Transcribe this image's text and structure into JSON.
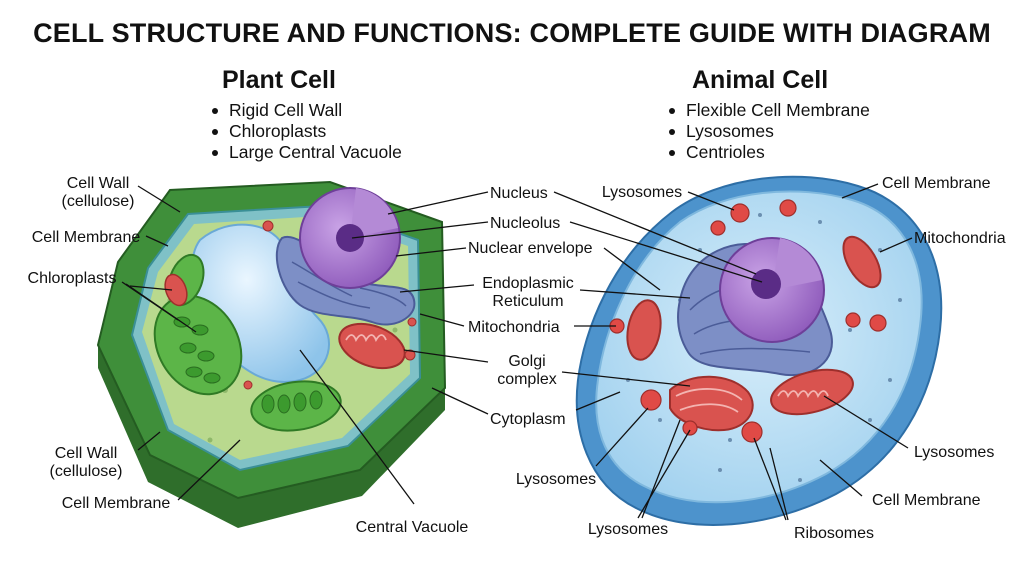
{
  "title": "CELL STRUCTURE AND FUNCTIONS: COMPLETE GUIDE WITH DIAGRAM",
  "plant": {
    "heading": "Plant Cell",
    "features": [
      "Rigid Cell Wall",
      "Chloroplasts",
      "Large Central Vacuole"
    ],
    "labels": {
      "cell_wall_top_1": "Cell Wall",
      "cell_wall_top_2": "(cellulose)",
      "cell_membrane_top": "Cell Membrane",
      "chloroplasts": "Chloroplasts",
      "nucleus": "Nucleus",
      "nucleolus": "Nucleolus",
      "nuclear_envelope": "Nuclear envelope",
      "er_1": "Endoplasmic",
      "er_2": "Reticulum",
      "mitochondria": "Mitochondria",
      "golgi_1": "Golgi",
      "golgi_2": "complex",
      "cytoplasm": "Cytoplasm",
      "cell_wall_bottom_1": "Cell Wall",
      "cell_wall_bottom_2": "(cellulose)",
      "cell_membrane_bottom": "Cell Membrane",
      "central_vacuole": "Central Vacuole"
    }
  },
  "animal": {
    "heading": "Animal Cell",
    "features": [
      "Flexible Cell Membrane",
      "Lysosomes",
      "Centrioles"
    ],
    "labels": {
      "lysosomes_top": "Lysosomes",
      "cell_membrane_top": "Cell Membrane",
      "mitochondria": "Mitochondria",
      "lysosomes_right": "Lysosomes",
      "cell_membrane_bottom": "Cell Membrane",
      "ribosomes": "Ribosomes",
      "lysosomes_bottom": "Lysosomes",
      "lysosomes_left": "Lysosomes"
    }
  },
  "colors": {
    "wall_green": "#3f8f3a",
    "wall_dark": "#2f6e2b",
    "cytoplasm_green": "#b9d98e",
    "vacuole_blue": "#a9d4ef",
    "nucleus_purple": "#9b6bc4",
    "er_blue": "#6f7fb8",
    "mito_red": "#d9534f",
    "animal_blue": "#5fa6dc",
    "animal_cyto": "#bfe0f3"
  }
}
